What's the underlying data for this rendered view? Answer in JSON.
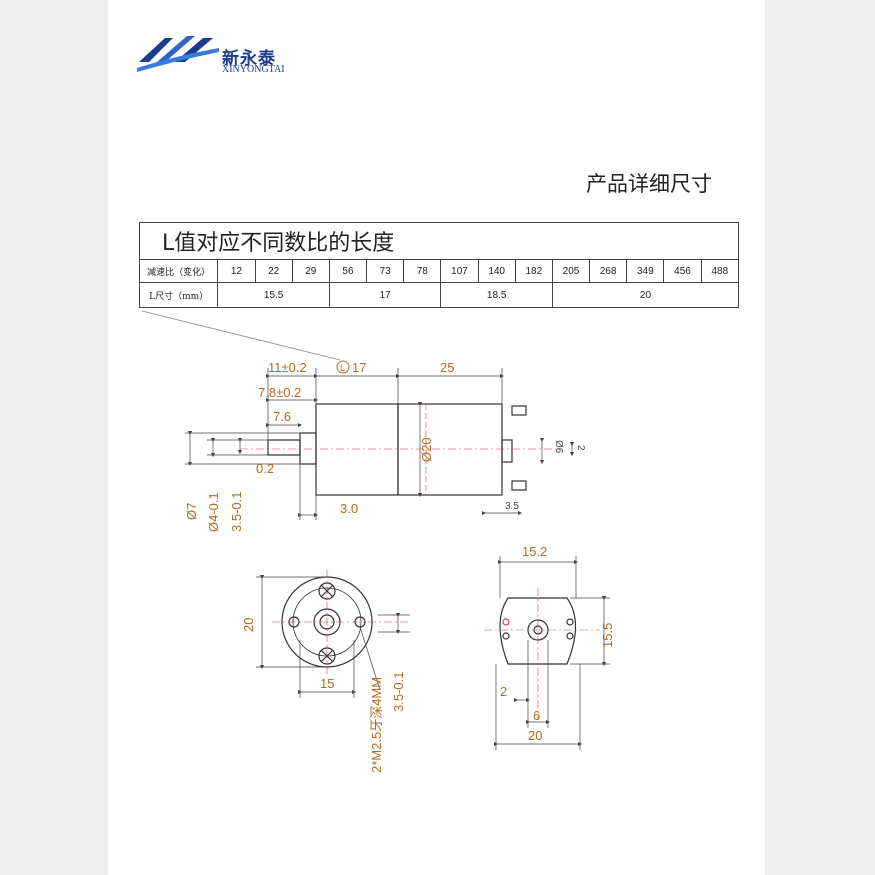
{
  "brand": {
    "name_cn": "新永泰",
    "name_en": "XINYONGTAI",
    "colors": {
      "brand": "#1c3b8e",
      "dimension": "#b46a20"
    }
  },
  "section_title": "产品详细尺寸",
  "spec_table": {
    "title": "L值对应不同数比的长度",
    "ratio_label": "减速比（变化）",
    "ratios": [
      "12",
      "22",
      "29",
      "56",
      "73",
      "78",
      "107",
      "140",
      "182",
      "205",
      "268",
      "349",
      "456",
      "488"
    ],
    "length_label": "L尺寸（mm）",
    "lengths": [
      "15.5",
      "17",
      "18.5",
      "20"
    ]
  },
  "side_view": {
    "dim_11": "11±0.2",
    "dim_L": "17",
    "dim_25": "25",
    "dim_7_8": "7.8±0.2",
    "dim_7_6": "7.6",
    "dim_0_2": "0.2",
    "dim_3_0": "3.0",
    "dim_dia20": "Ø20",
    "dim_dia6": "Ø6",
    "dim_2": "2",
    "dim_3_5": "3.5",
    "dim_dia7": "Ø7",
    "dim_dia4": "Ø4-0.1",
    "dim_3_5_tol": "3.5-0.1"
  },
  "front_view": {
    "dim_20": "20",
    "dim_15": "15",
    "dim_3_5_tol": "3.5-0.1",
    "dim_thread": "2*M2.5牙深4MM"
  },
  "rear_view": {
    "dim_15_2": "15.2",
    "dim_15_5": "15.5",
    "dim_2": "2",
    "dim_6": "6",
    "dim_20": "20"
  }
}
